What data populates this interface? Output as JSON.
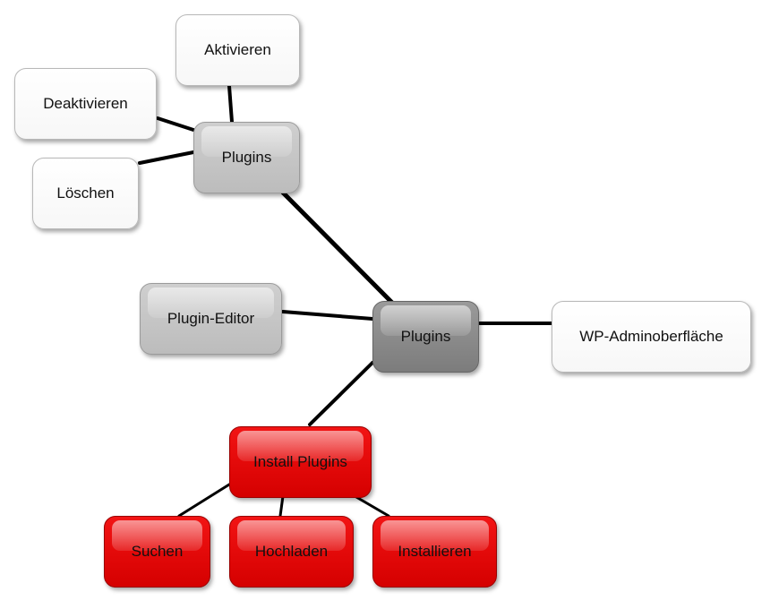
{
  "nodes": {
    "aktivieren": "Aktivieren",
    "deaktivieren": "Deaktivieren",
    "loeschen": "Löschen",
    "plugins_sub": "Plugins",
    "plugin_editor": "Plugin-Editor",
    "plugins_center": "Plugins",
    "wp_admin": "WP-Adminoberfläche",
    "install_plugins": "Install Plugins",
    "suchen": "Suchen",
    "hochladen": "Hochladen",
    "installieren": "Installieren"
  },
  "colors": {
    "white_node": "#ffffff",
    "light_gray_node": "#c6c6c6",
    "dark_gray_node": "#8a8a8a",
    "red_node": "#e60a0a",
    "edge": "#000000"
  }
}
